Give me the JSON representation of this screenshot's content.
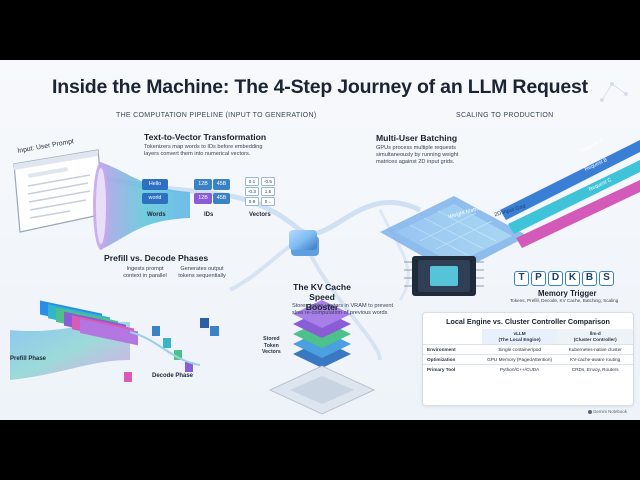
{
  "title": "Inside the Machine: The 4-Step Journey of an LLM Request",
  "pipeline_header": "THE COMPUTATION PIPELINE (INPUT TO GENERATION)",
  "scaling_header": "SCALING TO PRODUCTION",
  "input": {
    "label": "Input: User Prompt"
  },
  "text_to_vector": {
    "title": "Text-to-Vector Transformation",
    "desc_1": "Tokenizers map words to IDs before embedding",
    "desc_2": "layers convert them into numerical vectors.",
    "words": [
      "Hello",
      "world"
    ],
    "ids": [
      "12B",
      "45B",
      "12B",
      "45B"
    ],
    "vectors": [
      "0.1",
      "-0.5",
      "-0.3",
      "1.5",
      "0.9",
      "0..."
    ],
    "col_words": "Words",
    "col_ids": "IDs",
    "col_vectors": "Vectors"
  },
  "prefill_decode": {
    "title": "Prefill vs. Decode Phases",
    "prefill_desc_1": "Ingests prompt",
    "prefill_desc_2": "context in parallel",
    "decode_desc_1": "Generates output",
    "decode_desc_2": "tokens sequentially",
    "prefill_label": "Prefill Phase",
    "decode_label": "Decode Phase"
  },
  "kv_cache": {
    "title_1": "The KV Cache",
    "title_2": "Speed Booster",
    "desc_1": "Stores token vectors in VRAM to prevent",
    "desc_2": "slow re-computation of previous words",
    "stored_1": "Stored",
    "stored_2": "Token",
    "stored_3": "Vectors"
  },
  "batching": {
    "title": "Multi-User Batching",
    "desc_1": "GPUs process multiple requests",
    "desc_2": "simultaneously by running weight",
    "desc_3": "matrices against 2D input grids.",
    "weight_matrix": "Weight Matrix",
    "input_grid": "2D Input Grid",
    "requests": [
      "Request A",
      "Request B",
      "Request C"
    ]
  },
  "memory_trigger": {
    "letters": [
      "T",
      "P",
      "D",
      "K",
      "B",
      "S"
    ],
    "title": "Memory Trigger",
    "subtitle": "Tokens, Prefill, Decode, KV Cache, Batching, Scaling"
  },
  "comparison": {
    "title": "Local Engine vs. Cluster Controller Comparison",
    "col_a_1": "vLLM",
    "col_a_2": "(The Local Engine)",
    "col_b_1": "llm-d",
    "col_b_2": "(Cluster Controller)",
    "rows": [
      {
        "label": "Environment",
        "a": "Single container/pod",
        "b": "Kubernetes-native cluster"
      },
      {
        "label": "Optimization",
        "a": "GPU Memory (PagedAttention)",
        "b": "KV-cache-aware routing"
      },
      {
        "label": "Primary Tool",
        "a": "Python/C++/CUDA",
        "b": "CRDs, Envoy, Routers"
      }
    ]
  },
  "watermark": "Gemini Notebook",
  "colors": {
    "blue": "#3b82c4",
    "cyan": "#22c3d6",
    "green": "#4cc28a",
    "purple": "#8a5cd6",
    "pink": "#d95bb8",
    "dark": "#1c2433"
  },
  "icons": [
    "document-icon",
    "funnel-icon",
    "chip-icon",
    "gpu-icon",
    "network-icon"
  ]
}
